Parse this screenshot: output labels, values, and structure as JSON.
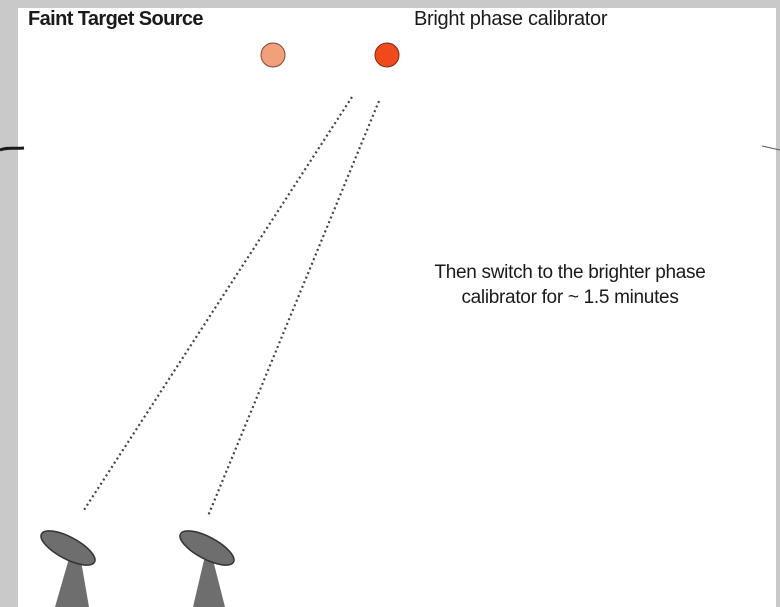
{
  "labels": {
    "target": "Faint Target Source",
    "calibrator": "Bright phase calibrator"
  },
  "annotation": {
    "line1": "Then switch to the brighter phase",
    "line2": "calibrator for ~ 1.5 minutes"
  },
  "colors": {
    "target_source": "#f2a07a",
    "calibrator_source": "#f04a1c",
    "background_frame": "#c9c9c9",
    "dish": "#6e6e6e",
    "pointing_line": "#444444"
  },
  "icons": {
    "antenna": "radio-dish-icon",
    "source": "source-dot-icon"
  }
}
